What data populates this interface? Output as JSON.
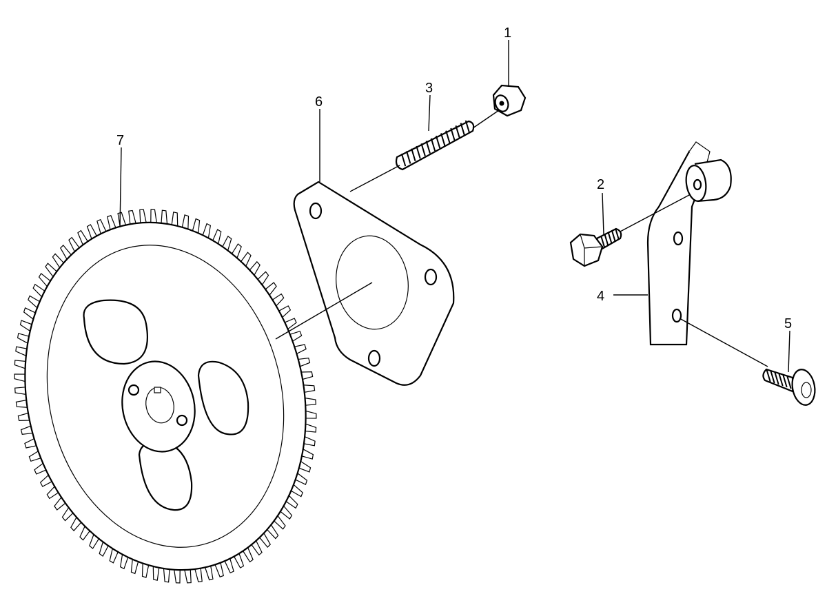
{
  "callouts": [
    {
      "id": "1",
      "label": "1"
    },
    {
      "id": "2",
      "label": "2"
    },
    {
      "id": "3",
      "label": "3"
    },
    {
      "id": "4",
      "label": "4"
    },
    {
      "id": "5",
      "label": "5"
    },
    {
      "id": "6",
      "label": "6"
    },
    {
      "id": "7",
      "label": "7"
    }
  ],
  "parts": [
    {
      "callout": "1",
      "icon": "hex-flange-nut"
    },
    {
      "callout": "2",
      "icon": "hex-flange-bolt"
    },
    {
      "callout": "3",
      "icon": "threaded-stud"
    },
    {
      "callout": "4",
      "icon": "lever-bracket"
    },
    {
      "callout": "5",
      "icon": "pan-head-screw"
    },
    {
      "callout": "6",
      "icon": "triangular-gasket"
    },
    {
      "callout": "7",
      "icon": "spur-gear"
    }
  ]
}
